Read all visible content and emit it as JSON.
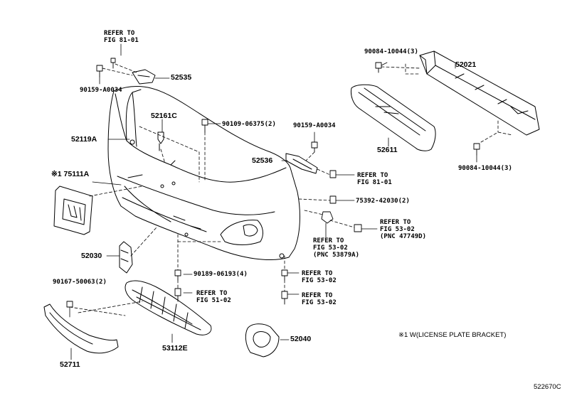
{
  "callouts": {
    "p52535": "52535",
    "p52021": "52021",
    "p52161c": "52161C",
    "p52119a": "52119A",
    "p52611": "52611",
    "p52536": "52536",
    "p751111a": "※1 75111A",
    "p52030": "52030",
    "p53112e": "53112E",
    "p52040": "52040",
    "p52711": "52711",
    "p90084_top": "90084-10044(3)",
    "p90084_bot": "90084-10044(3)",
    "p90159_left": "90159-A0034",
    "p90159_mid": "90159-A0034",
    "p90109": "90109-06375(2)",
    "p75392": "75392-42030(2)",
    "p90189": "90189-06193(4)",
    "p90167": "90167-50063(2)"
  },
  "refs": {
    "fig81_top_a": "REFER TO",
    "fig81_top_b": "FIG 81-01",
    "fig81_mid_a": "REFER TO",
    "fig81_mid_b": "FIG 81-01",
    "fig53_pnc477_a": "REFER TO",
    "fig53_pnc477_b": "FIG 53-02",
    "fig53_pnc477_c": "(PNC 47749D)",
    "fig53_pnc538_a": "REFER TO",
    "fig53_pnc538_b": "FIG 53-02",
    "fig53_pnc538_c": "(PNC 53879A)",
    "fig51_a": "REFER TO",
    "fig51_b": "FIG 51-02",
    "fig53_low1_a": "REFER TO",
    "fig53_low1_b": "FIG 53-02",
    "fig53_low2_a": "REFER TO",
    "fig53_low2_b": "FIG 53-02"
  },
  "note": "※1 W(LICENSE PLATE BRACKET)",
  "diagram_id": "522670C"
}
